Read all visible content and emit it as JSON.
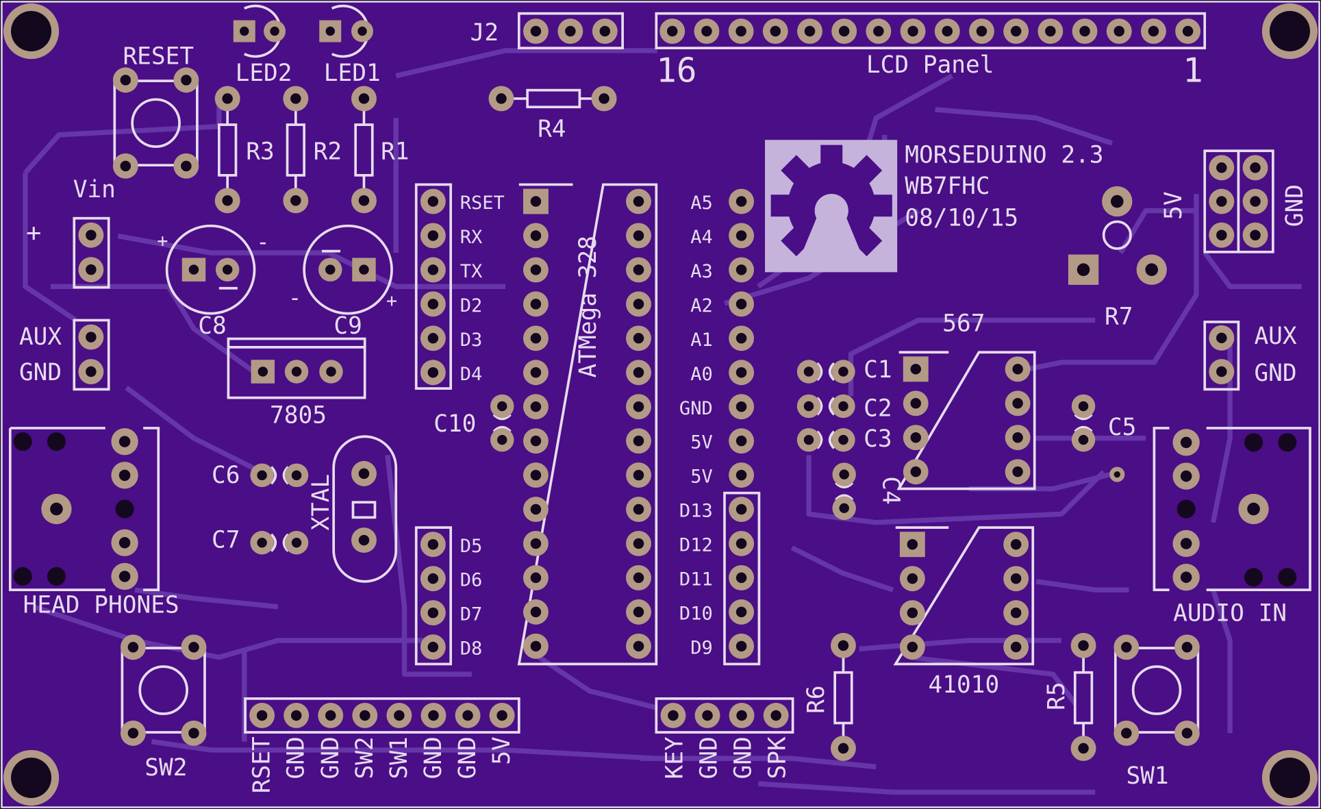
{
  "board": {
    "title": "MORSEDUINO 2.3",
    "author": "WB7FHC",
    "date": "08/10/15"
  },
  "colors": {
    "board": "#4a0e86",
    "silk": "#e6dcef",
    "pad": "#b39a86",
    "trace": "#6636a8",
    "hole": "#14081f"
  },
  "labels": {
    "reset": "RESET",
    "led2": "LED2",
    "led1": "LED1",
    "j2": "J2",
    "lcd_panel": "LCD Panel",
    "lcd_pin_first": "16",
    "lcd_pin_last": "1",
    "r1": "R1",
    "r2": "R2",
    "r3": "R3",
    "r4": "R4",
    "r5": "R5",
    "r6": "R6",
    "r7": "R7",
    "vin": "Vin",
    "plus": "+",
    "minus": "-",
    "c1": "C1",
    "c2": "C2",
    "c3": "C3",
    "c4": "C4",
    "c5": "C5",
    "c6": "C6",
    "c7": "C7",
    "c8": "C8",
    "c9": "C9",
    "c10": "C10",
    "aux": "AUX",
    "gnd": "GND",
    "five_v": "5V",
    "regulator": "7805",
    "xtal": "XTAL",
    "mcu": "ATMega 328",
    "decoder": "567",
    "amp": "41010",
    "headphones": "HEAD PHONES",
    "audio_in": "AUDIO IN",
    "sw1": "SW1",
    "sw2": "SW2"
  },
  "mcu_left_pins": [
    "RSET",
    "RX",
    "TX",
    "D2",
    "D3",
    "D4"
  ],
  "mcu_left_pins_lower": [
    "D5",
    "D6",
    "D7",
    "D8"
  ],
  "mcu_right_pins": [
    "A5",
    "A4",
    "A3",
    "A2",
    "A1",
    "A0",
    "GND",
    "5V",
    "5V",
    "D13",
    "D12",
    "D11",
    "D10",
    "D9"
  ],
  "bottom_header_pins": [
    "RSET",
    "GND",
    "GND",
    "SW2",
    "SW1",
    "GND",
    "GND",
    "5V"
  ],
  "key_header_pins": [
    "KEY",
    "GND",
    "GND",
    "SPK"
  ]
}
